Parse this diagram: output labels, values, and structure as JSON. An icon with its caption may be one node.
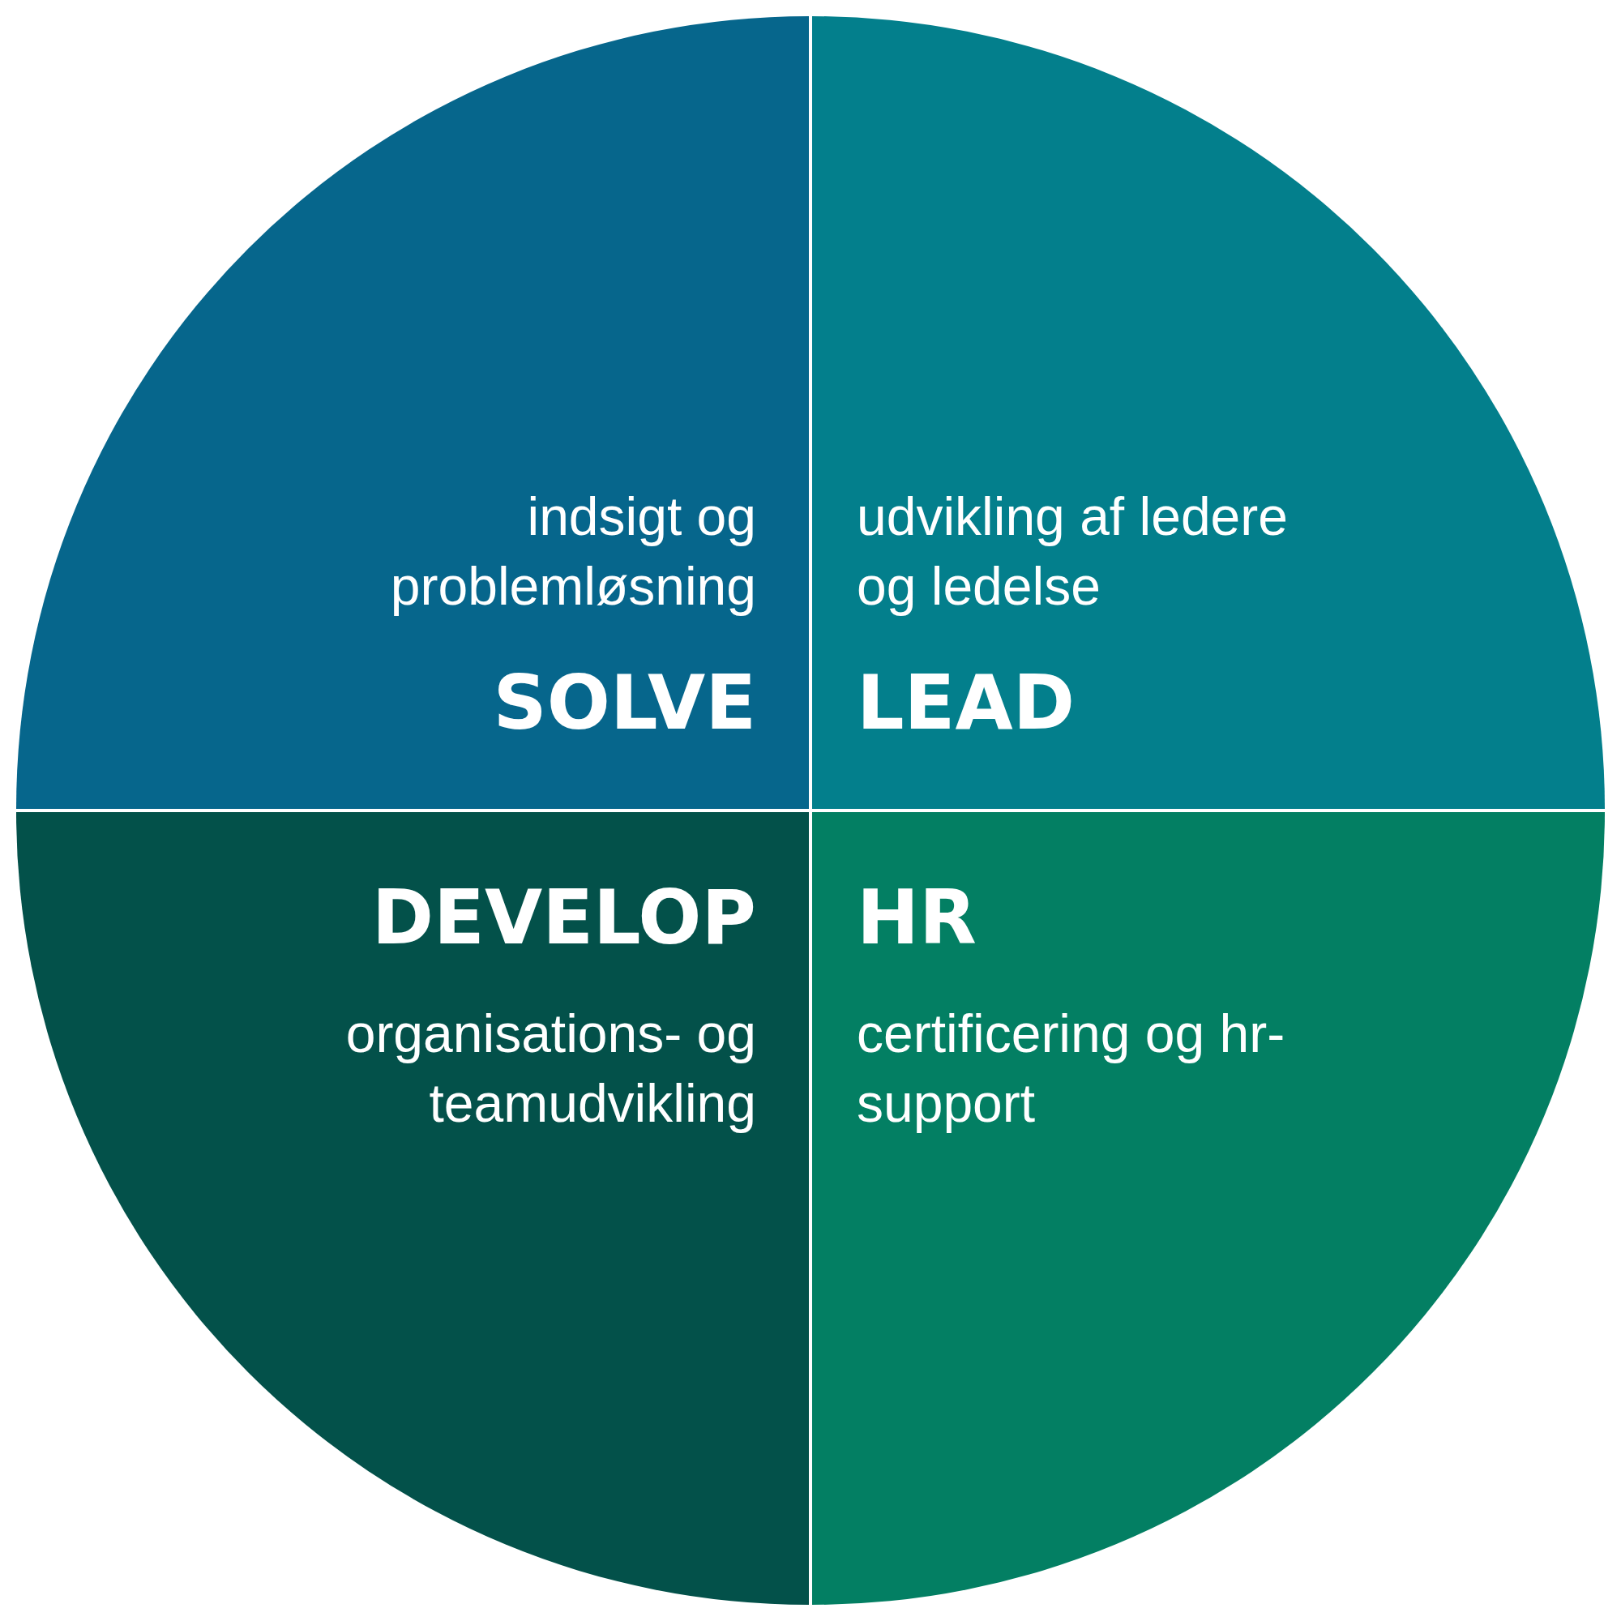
{
  "diagram": {
    "nodes": [
      {
        "text": [
          "indsigt og problemløsning",
          "SOLVE"
        ]
      },
      {
        "text": [
          "udvikling af ledere og ledelse",
          "LEAD"
        ]
      },
      {
        "text": [
          "DEVELOP",
          "organisations- og teamudvikling"
        ]
      },
      {
        "text": [
          "HR",
          "certificering og hr-support"
        ]
      }
    ]
  }
}
